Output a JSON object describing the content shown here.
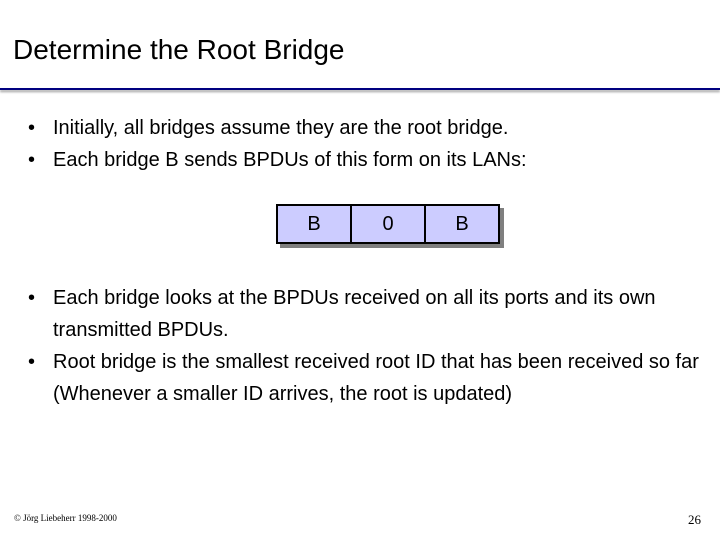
{
  "slide": {
    "title": "Determine the Root Bridge",
    "bullets_top": [
      "Initially, all bridges assume they are the root bridge.",
      "Each bridge B sends BPDUs of this form on its LANs:"
    ],
    "bpdu_fields": [
      "B",
      "0",
      "B"
    ],
    "bullets_bottom": [
      "Each bridge looks at the BPDUs received on all its ports and its own transmitted BPDUs.",
      "Root bridge is the smallest received root ID that has been received so far (Whenever a smaller ID arrives, the root is updated)"
    ],
    "bullet_glyph": "•",
    "footer": "© Jörg Liebeherr 1998-2000",
    "page_number": "26"
  },
  "colors": {
    "rule": "#000080",
    "bpdu_fill": "#ccccff"
  }
}
